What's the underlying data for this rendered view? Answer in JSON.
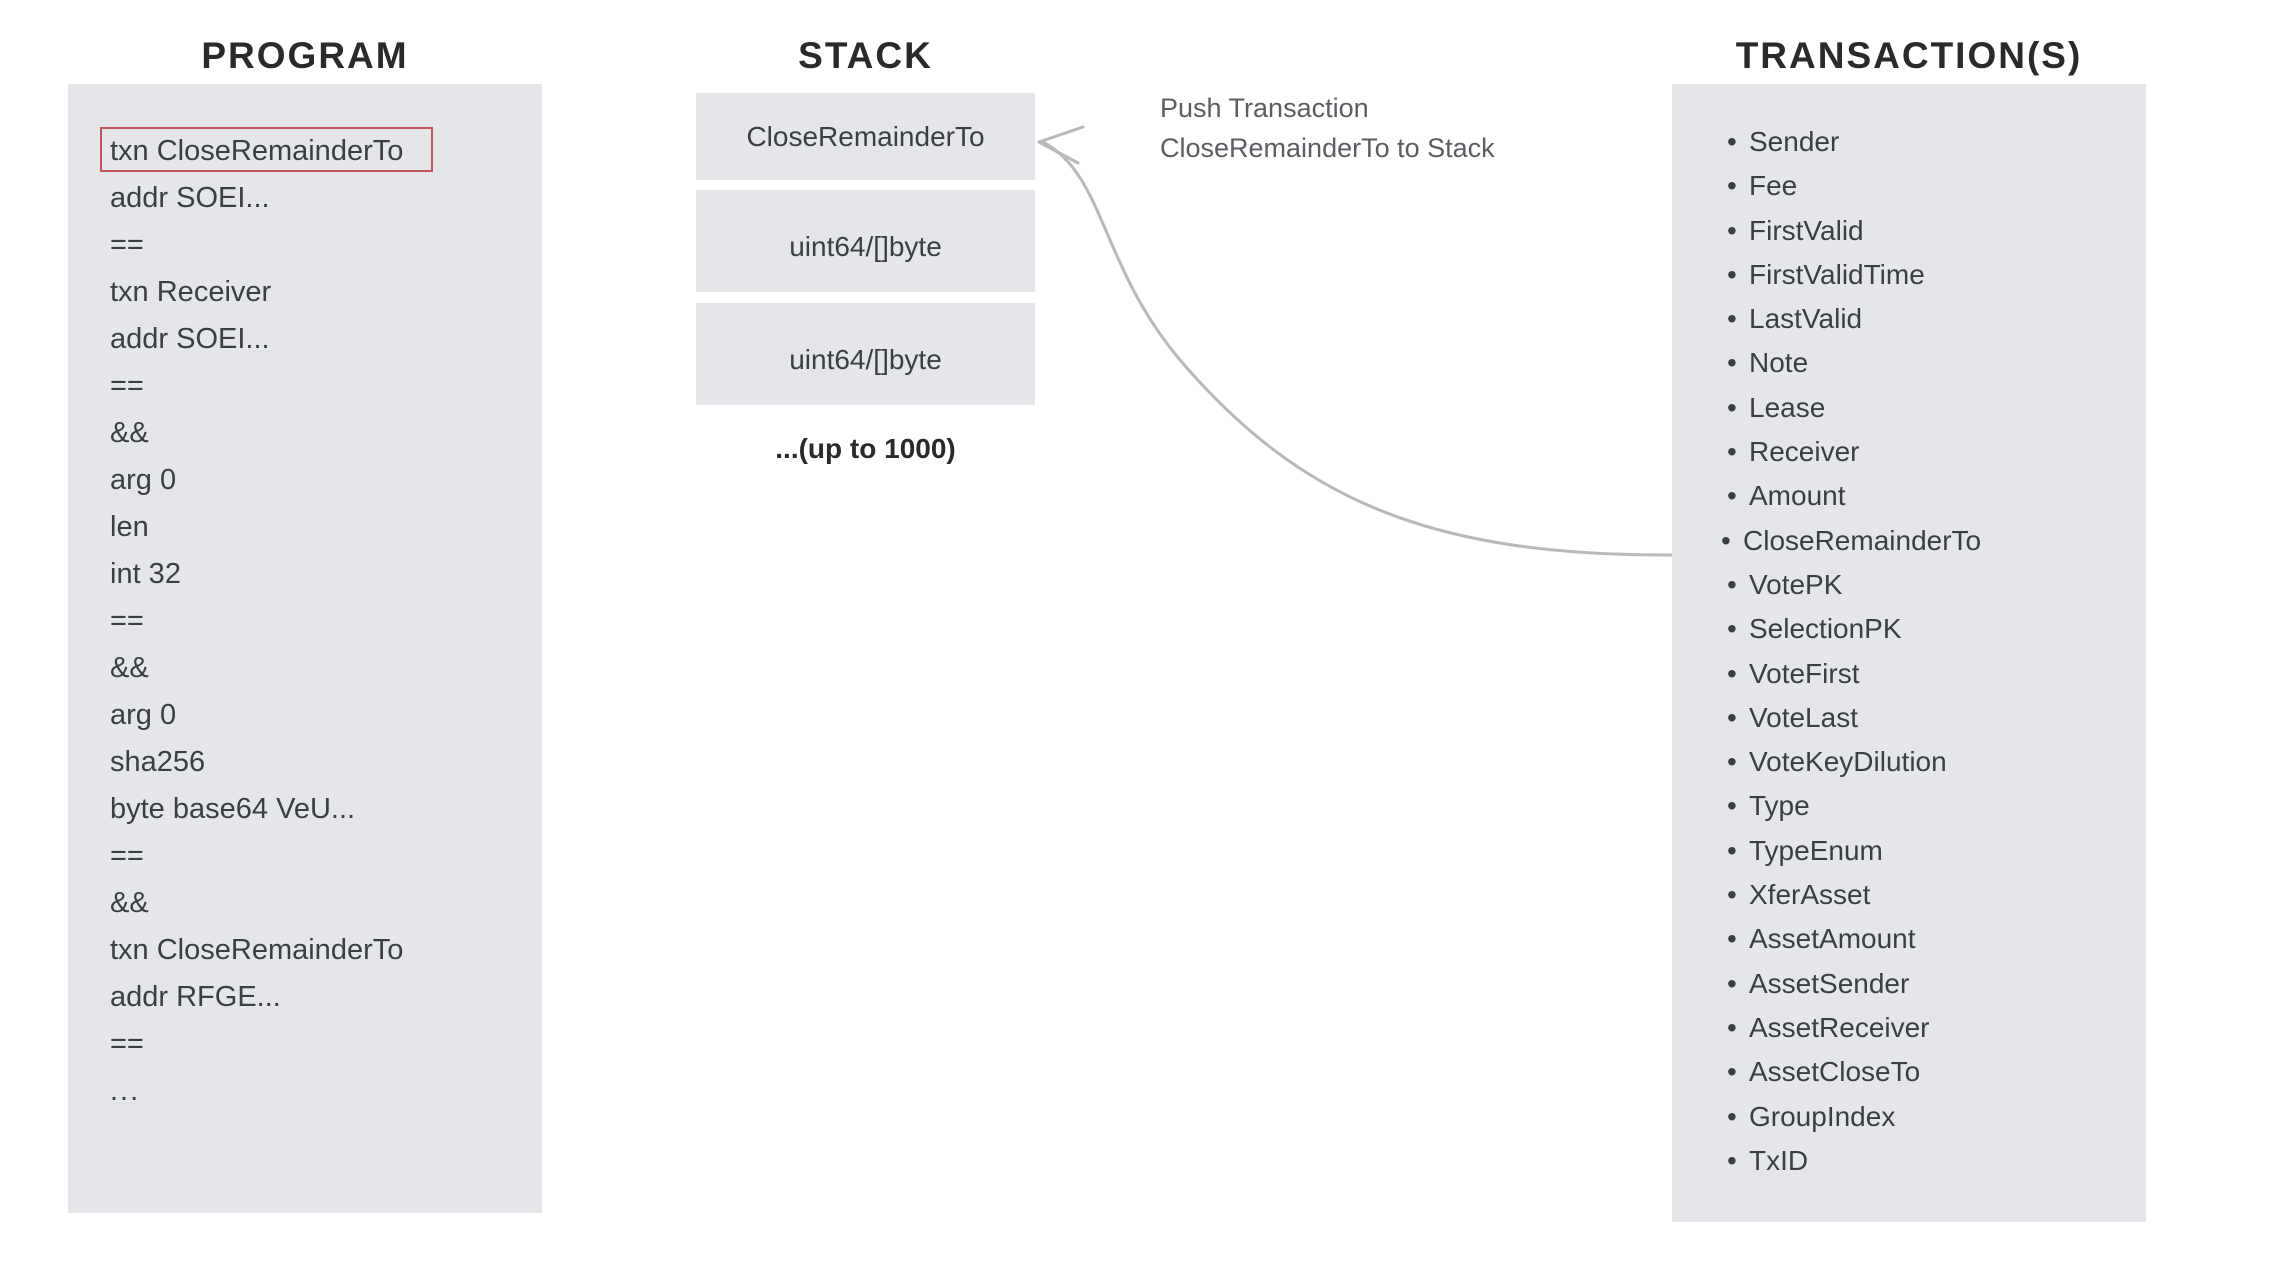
{
  "columns": {
    "program": {
      "heading": "PROGRAM",
      "highlighted_line_index": 0,
      "highlight_color": "#c4545a",
      "lines": [
        "txn CloseRemainderTo",
        "addr SOEI...",
        "==",
        "txn Receiver",
        "addr SOEI...",
        "==",
        "&&",
        "arg 0",
        "len",
        "int 32",
        "==",
        "&&",
        "arg 0",
        "sha256",
        "byte base64 VeU...",
        "==",
        "&&",
        "txn CloseRemainderTo",
        "addr RFGE...",
        "==",
        "..."
      ]
    },
    "stack": {
      "heading": "STACK",
      "slots": [
        "CloseRemainderTo",
        "uint64/[]byte",
        "uint64/[]byte"
      ],
      "more_label": "...(up to 1000)"
    },
    "transactions": {
      "heading": "TRANSACTION(S)",
      "arrow_target_field": "CloseRemainderTo",
      "fields": [
        "Sender",
        "Fee",
        "FirstValid",
        "FirstValidTime",
        "LastValid",
        "Note",
        "Lease",
        "Receiver",
        "Amount",
        "CloseRemainderTo",
        "VotePK",
        "SelectionPK",
        "VoteFirst",
        "VoteLast",
        "VoteKeyDilution",
        "Type",
        "TypeEnum",
        "XferAsset",
        "AssetAmount",
        "AssetSender",
        "AssetReceiver",
        "AssetCloseTo",
        "GroupIndex",
        "TxID"
      ],
      "bullet_glyph": "•"
    }
  },
  "annotation": {
    "line1": "Push Transaction",
    "line2": "CloseRemainderTo to Stack"
  },
  "colors": {
    "panel_background": "#e4e6e9",
    "text": "#3b3f45",
    "heading": "#2a2a2a",
    "highlight_border": "#c4545a",
    "arrow": "#b9b9b9",
    "page_background": "#ffffff"
  }
}
